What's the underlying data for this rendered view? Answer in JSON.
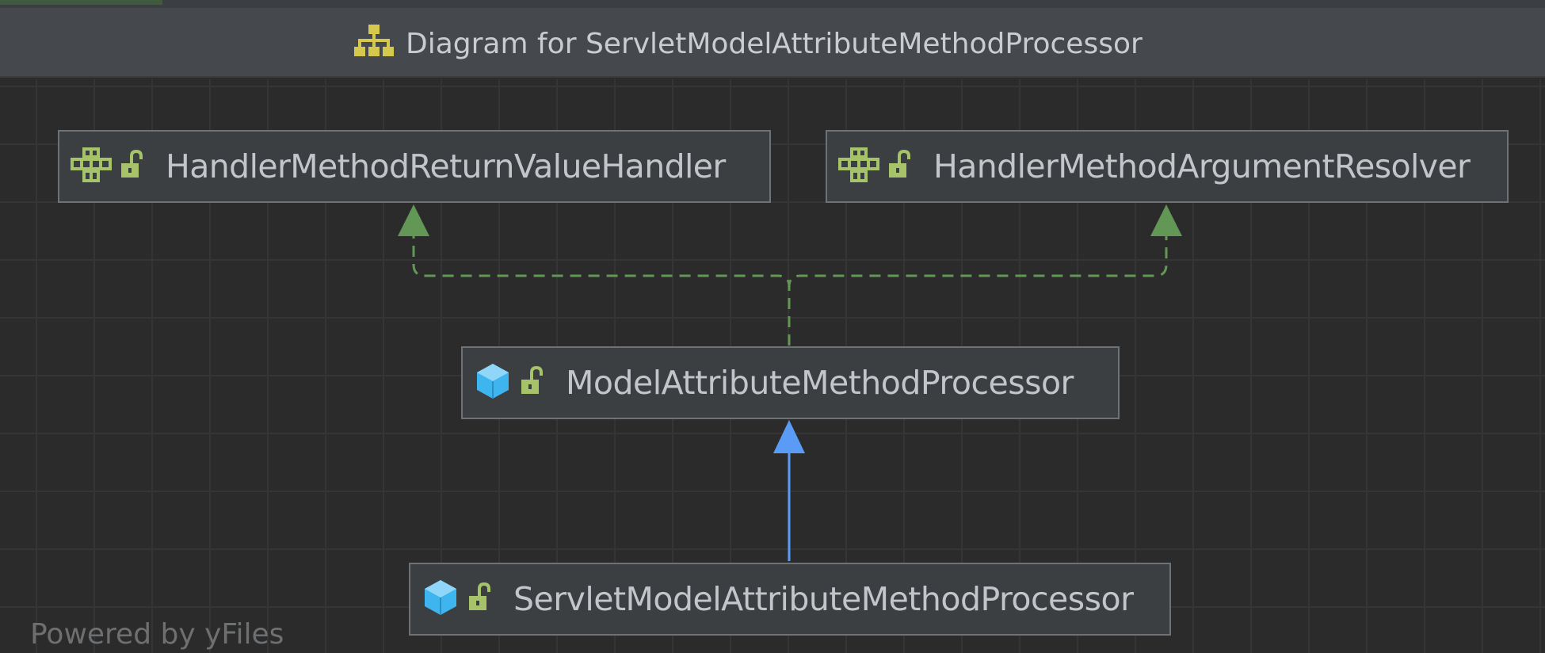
{
  "window": {
    "title": "Diagram for ServletModelAttributeMethodProcessor",
    "title_icon": "hierarchy-diagram-icon"
  },
  "nodes": {
    "return_value_handler": {
      "label": "HandlerMethodReturnValueHandler",
      "kind": "interface",
      "icons": [
        "interface-icon",
        "public-access-icon"
      ]
    },
    "argument_resolver": {
      "label": "HandlerMethodArgumentResolver",
      "kind": "interface",
      "icons": [
        "interface-icon",
        "public-access-icon"
      ]
    },
    "model_attribute_processor": {
      "label": "ModelAttributeMethodProcessor",
      "kind": "class",
      "icons": [
        "class-icon",
        "public-access-icon"
      ]
    },
    "servlet_model_attribute_processor": {
      "label": "ServletModelAttributeMethodProcessor",
      "kind": "class",
      "icons": [
        "class-icon",
        "public-access-icon"
      ]
    }
  },
  "edges": [
    {
      "from": "model_attribute_processor",
      "to": "return_value_handler",
      "type": "implements"
    },
    {
      "from": "model_attribute_processor",
      "to": "argument_resolver",
      "type": "implements"
    },
    {
      "from": "servlet_model_attribute_processor",
      "to": "model_attribute_processor",
      "type": "extends"
    }
  ],
  "footer": {
    "text": "Powered by yFiles"
  },
  "colors": {
    "background": "#2b2b2b",
    "titlebar": "#45484c",
    "node_fill": "#3c3f41",
    "node_border": "#6e7276",
    "implements_edge": "#629755",
    "extends_edge": "#5a9cf5",
    "interface_icon": "#a6c36a",
    "class_icon": "#3fb5f0",
    "diagram_icon": "#d4c94e"
  }
}
